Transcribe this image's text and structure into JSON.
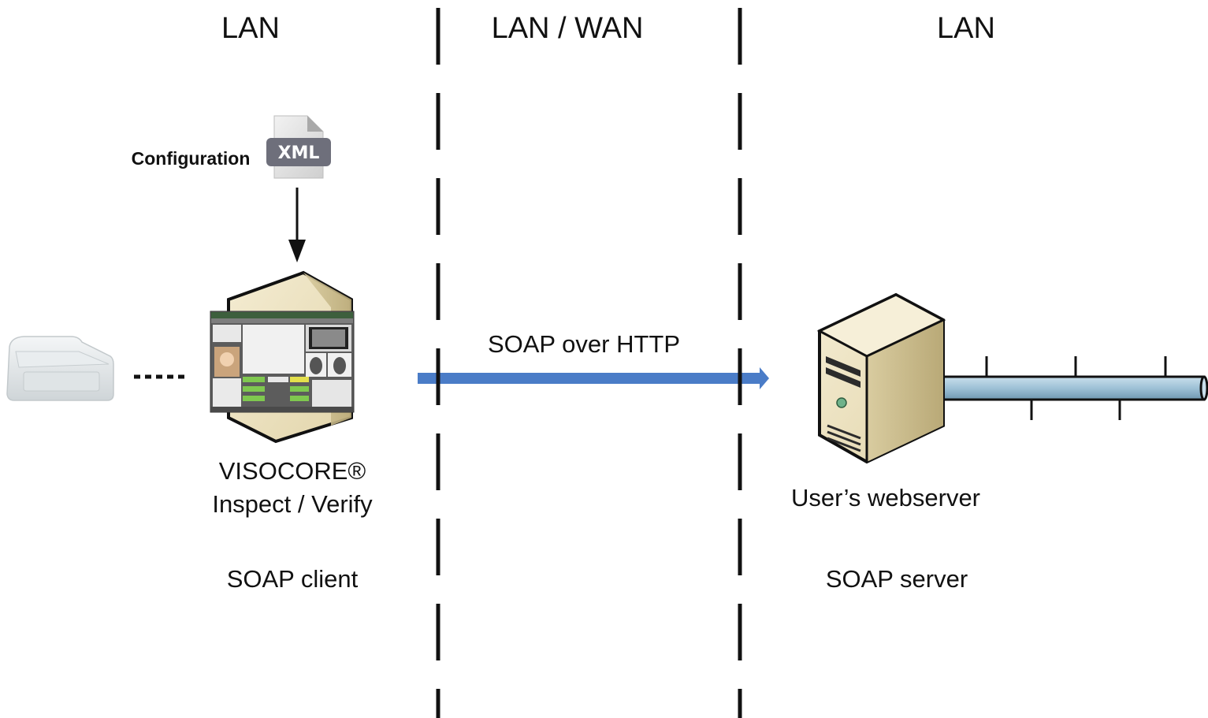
{
  "zones": {
    "left": "LAN",
    "middle": "LAN / WAN",
    "right": "LAN"
  },
  "config": {
    "label": "Configuration",
    "file_badge": "XML"
  },
  "client": {
    "product_line1": "VISOCORE®",
    "product_line2": "Inspect / Verify",
    "role": "SOAP client"
  },
  "connection": {
    "label": "SOAP over HTTP",
    "arrow_color": "#4a7cc7"
  },
  "server": {
    "name": "User’s webserver",
    "role": "SOAP server"
  },
  "colors": {
    "server_beige": "#e9dfbf",
    "network_pipe": "#9ec1d6",
    "xml_badge": "#6e6f7b"
  },
  "icons": [
    "document-reader-device-icon",
    "xml-file-icon",
    "client-workstation-icon",
    "server-tower-icon",
    "network-bus-icon"
  ]
}
